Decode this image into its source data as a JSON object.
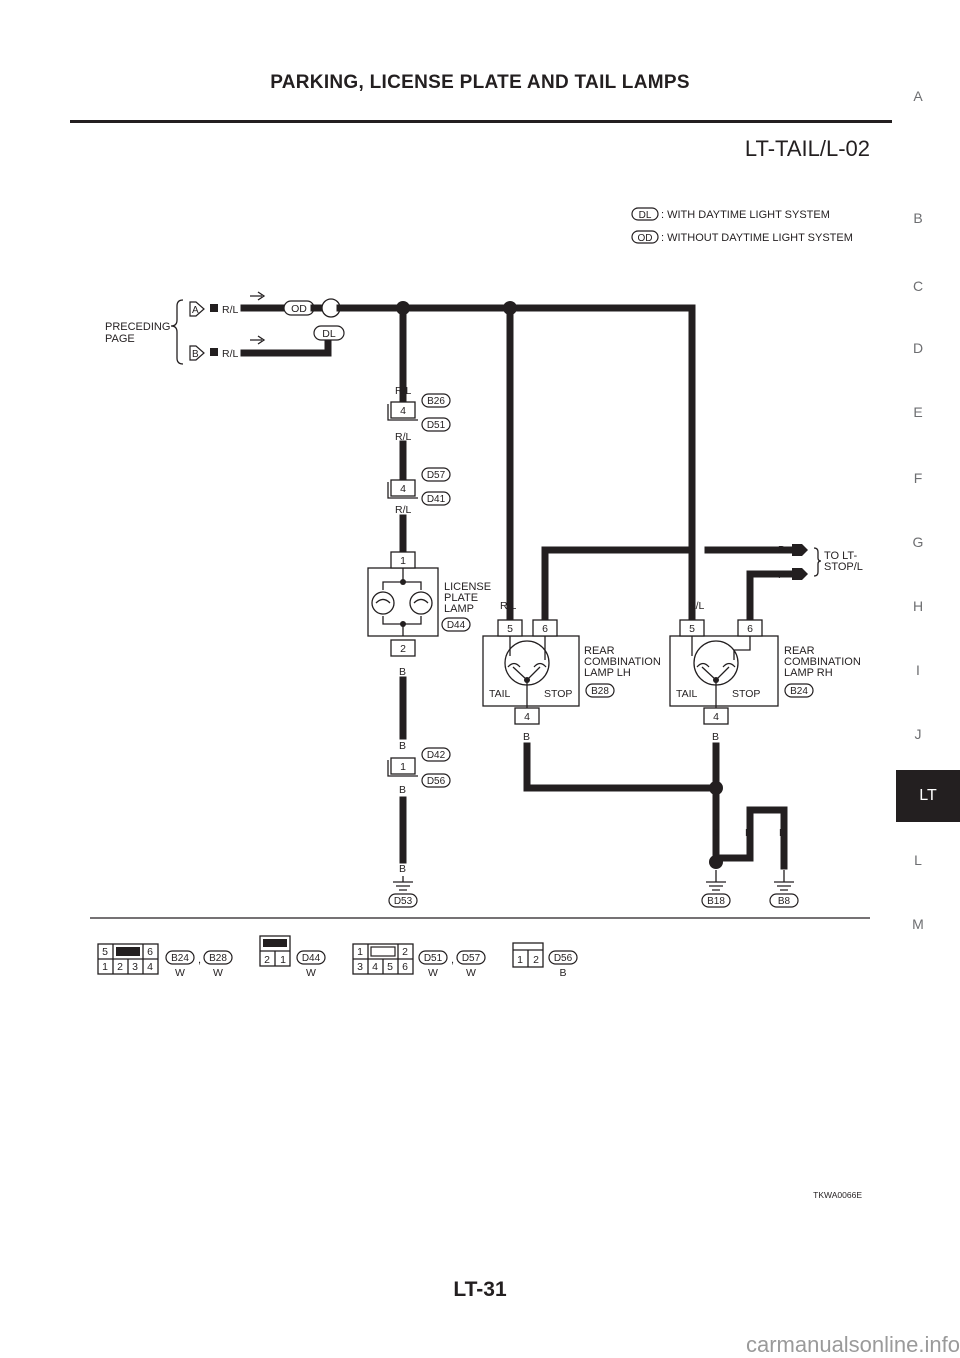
{
  "header": {
    "title": "PARKING, LICENSE PLATE AND TAIL LAMPS",
    "diagram_code": "LT-TAIL/L-02"
  },
  "side_index": {
    "letters": [
      "A",
      "B",
      "C",
      "D",
      "E",
      "F",
      "G",
      "H",
      "I",
      "J",
      "LT",
      "L",
      "M"
    ],
    "active": "LT"
  },
  "legend": {
    "dl_tag": "DL",
    "dl_text": ": WITH DAYTIME LIGHT SYSTEM",
    "od_tag": "OD",
    "od_text": ": WITHOUT DAYTIME LIGHT SYSTEM"
  },
  "preceding": {
    "label_line1": "PRECEDING",
    "label_line2": "PAGE",
    "a": "A",
    "b": "B",
    "wire": "R/L",
    "od_tag": "OD",
    "dl_tag": "DL"
  },
  "wires": {
    "rl": "R/L",
    "b": "B",
    "p": "P"
  },
  "connectors": {
    "b26": "B26",
    "d51": "D51",
    "d57": "D57",
    "d41": "D41",
    "d42": "D42",
    "d56": "D56",
    "d44": "D44",
    "b28": "B28",
    "b24": "B24",
    "d53": "D53",
    "b18": "B18",
    "b8": "B8"
  },
  "pins": {
    "p4": "4",
    "p1": "1",
    "p2": "2",
    "p5": "5",
    "p6": "6"
  },
  "license_lamp": {
    "l1": "LICENSE",
    "l2": "PLATE",
    "l3": "LAMP"
  },
  "rear_lh": {
    "l1": "REAR",
    "l2": "COMBINATION",
    "l3": "LAMP LH",
    "tail": "TAIL",
    "stop": "STOP"
  },
  "rear_rh": {
    "l1": "REAR",
    "l2": "COMBINATION",
    "l3": "LAMP RH",
    "tail": "TAIL",
    "stop": "STOP"
  },
  "to_stop": {
    "l1": "TO LT-",
    "l2": "STOP/L"
  },
  "connector_key": {
    "c1": {
      "top": [
        "5",
        "6"
      ],
      "bottom": [
        "1",
        "2",
        "3",
        "4"
      ],
      "tags": [
        "B24",
        "B28"
      ],
      "colors": [
        "W",
        "W"
      ],
      "sep": ","
    },
    "c2": {
      "cells": [
        "2",
        "1"
      ],
      "tag": "D44",
      "color": "W"
    },
    "c3": {
      "top": [
        "1",
        "2"
      ],
      "bottom": [
        "3",
        "4",
        "5",
        "6"
      ],
      "tags": [
        "D51",
        "D57"
      ],
      "colors": [
        "W",
        "W"
      ],
      "sep": ","
    },
    "c4": {
      "cells": [
        "1",
        "2"
      ],
      "tag": "D56",
      "color": "B"
    }
  },
  "figure_id": "TKWA0066E",
  "footer": {
    "page_number": "LT-31",
    "watermark": "carmanualsonline.info"
  }
}
